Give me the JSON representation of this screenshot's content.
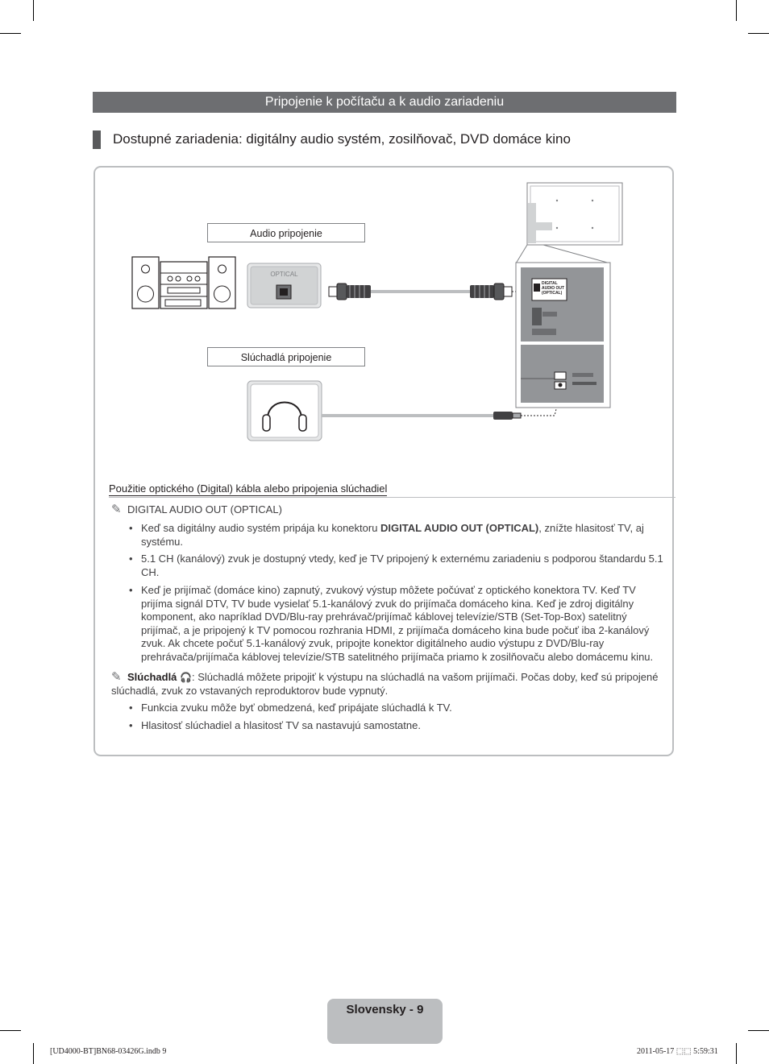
{
  "section_title": "Pripojenie k počítaču a k audio zariadeniu",
  "subheading": "Dostupné zariadenia: digitálny audio systém, zosilňovač, DVD domáce kino",
  "diagram": {
    "audio_label": "Audio pripojenie",
    "headphone_label": "Slúchadlá pripojenie",
    "optical_port": "OPTICAL",
    "tv_port_1": "DIGITAL",
    "tv_port_2": "AUDIO OUT",
    "tv_port_3": "(OPTICAL)"
  },
  "usage_title": "Použitie optického (Digital) kábla alebo pripojenia slúchadiel",
  "note1": {
    "title": "DIGITAL AUDIO OUT (OPTICAL)",
    "b1_a": "Keď sa digitálny audio systém pripája ku konektoru ",
    "b1_b": "DIGITAL AUDIO OUT (OPTICAL)",
    "b1_c": ", znížte hlasitosť TV, aj systému.",
    "b2": "5.1 CH (kanálový) zvuk je dostupný vtedy, keď je TV pripojený k externému zariadeniu s podporou štandardu 5.1 CH.",
    "b3": "Keď je prijímač (domáce kino) zapnutý, zvukový výstup môžete počúvať z optického konektora TV. Keď TV prijíma signál DTV, TV bude vysielať 5.1-kanálový zvuk do prijímača domáceho kina. Keď je zdroj digitálny komponent, ako napríklad DVD/Blu-ray prehrávač/prijímač káblovej televízie/STB (Set-Top-Box) satelitný prijímač, a je pripojený k TV pomocou rozhrania HDMI, z prijímača domáceho kina bude počuť iba 2-kanálový zvuk. Ak chcete počuť 5.1-kanálový zvuk, pripojte konektor digitálneho audio výstupu z DVD/Blu-ray prehrávača/prijímača káblovej televízie/STB satelitného prijímača priamo k zosilňovaču alebo domácemu kinu."
  },
  "note2": {
    "title": "Slúchadlá",
    "text": ": Slúchadlá môžete pripojiť k výstupu na slúchadlá na vašom prijímači. Počas doby, keď sú pripojené slúchadlá, zvuk zo vstavaných reproduktorov bude vypnutý.",
    "b1": "Funkcia zvuku môže byť obmedzená, keď pripájate slúchadlá k TV.",
    "b2": "Hlasitosť slúchadiel a hlasitosť TV sa nastavujú samostatne."
  },
  "footer": {
    "page_label": "Slovensky - 9",
    "file": "[UD4000-BT]BN68-03426G.indb   9",
    "date": "2011-05-17   ⬚⬚ 5:59:31"
  },
  "colors": {
    "bar": "#6d6e71",
    "panel_border": "#bcbec0",
    "footer_tab": "#bcbec0"
  }
}
